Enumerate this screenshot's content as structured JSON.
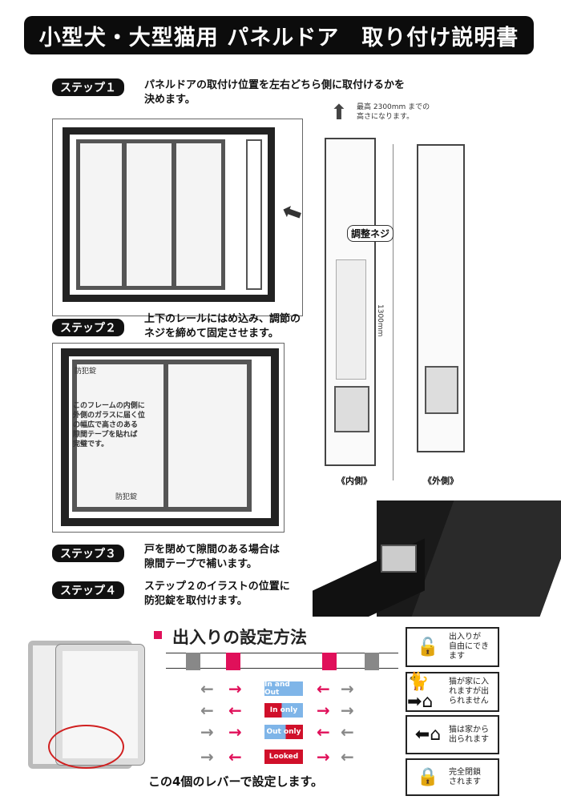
{
  "title": "小型犬・大型猫用 パネルドア　取り付け説明書",
  "steps": [
    {
      "label": "ステップ１",
      "text1": "パネルドアの取付け位置を左右どちら側に取付けるかを",
      "text2": "決めます。"
    },
    {
      "label": "ステップ２",
      "text1": "上下のレールにはめ込み、調節の",
      "text2": "ネジを締めて固定させます。"
    },
    {
      "label": "ステップ３",
      "text1": "戸を閉めて隙間のある場合は",
      "text2": "隙間テープで補います。"
    },
    {
      "label": "ステップ４",
      "text1": "ステップ２のイラストの位置に",
      "text2": "防犯錠を取付けます。"
    }
  ],
  "height_note": {
    "line1": "最高 2300mm までの",
    "line2": "高さになります。"
  },
  "adjust_screw": "調整ネジ",
  "dimension": "1300mm",
  "inside_label": "《内側》",
  "outside_label": "《外側》",
  "window2": {
    "lock_top": "防犯錠",
    "lock_bottom": "防犯錠",
    "note": [
      "このフレームの内側に",
      "外側のガラスに届く位",
      "の幅広で高さのある",
      "隙間テープを貼れば",
      "完璧です。"
    ]
  },
  "settings": {
    "heading": "出入りの設定方法",
    "modes": [
      {
        "label": "In and Out",
        "color": "#7fb5e8"
      },
      {
        "label": "In only",
        "color": "#d0102a"
      },
      {
        "label": "Out only",
        "color": "#7fb5e8"
      },
      {
        "label": "Looked",
        "color": "#d0102a"
      }
    ],
    "caption": "この4個のレバーで設定します。"
  },
  "legend": [
    {
      "icon": "unlocked-padlock-icon",
      "text": [
        "出入りが",
        "自由にでき",
        "ます"
      ]
    },
    {
      "icon": "cat-enter-house-icon",
      "text": [
        "猫が家に入",
        "れますが出",
        "られません"
      ]
    },
    {
      "icon": "cat-exit-house-icon",
      "text": [
        "猫は家から",
        "出られます"
      ]
    },
    {
      "icon": "locked-padlock-icon",
      "text": [
        "完全閉鎖",
        "されます"
      ]
    }
  ],
  "colors": {
    "accent": "#e0105a",
    "blue": "#7fb5e8",
    "red": "#d0102a"
  }
}
